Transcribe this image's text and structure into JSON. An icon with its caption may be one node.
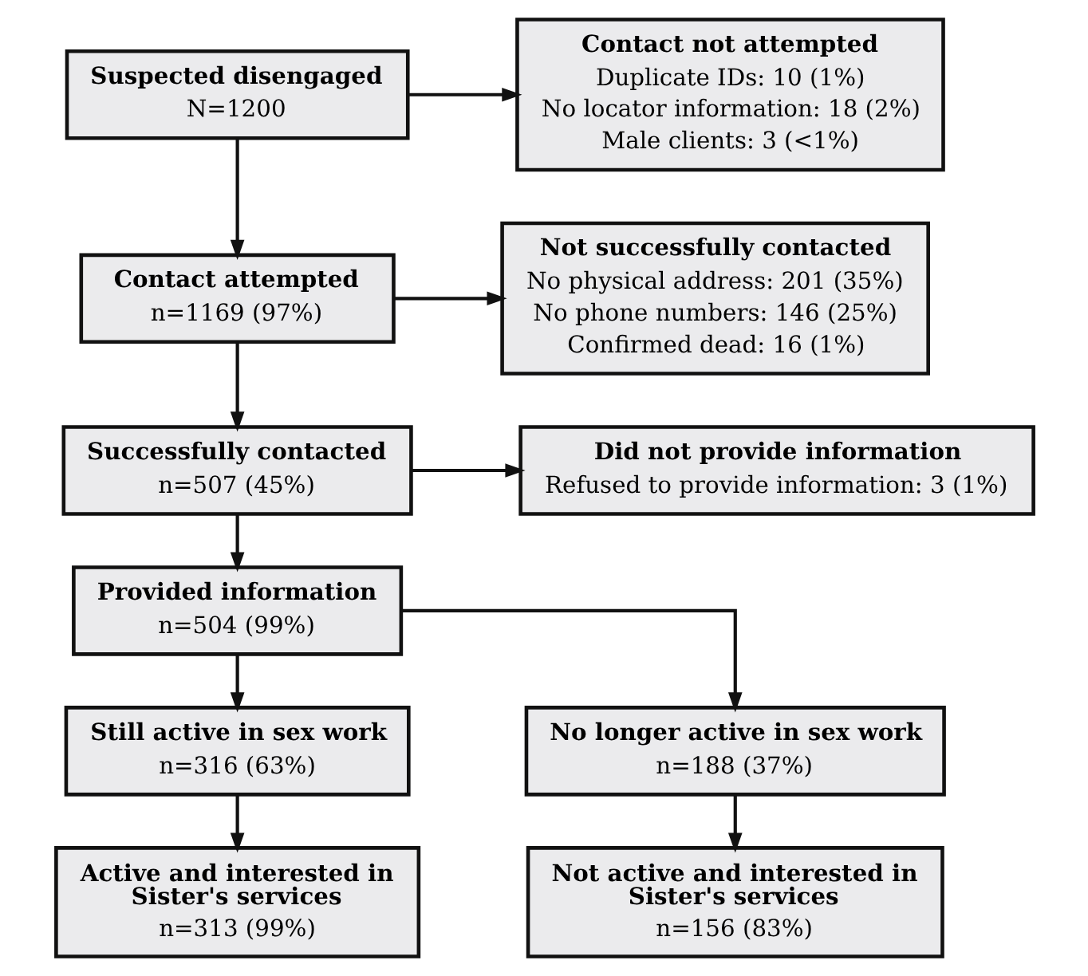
{
  "diagram": {
    "nodes": [
      {
        "text": [
          "Suspected disengaged",
          "N=1200"
        ]
      },
      {
        "text": [
          "Contact not attempted",
          "Duplicate IDs: 10 (1%)",
          "No locator information: 18 (2%)",
          "Male clients: 3 (<1%)"
        ]
      },
      {
        "text": [
          "Contact attempted",
          "n=1169 (97%)"
        ]
      },
      {
        "text": [
          "Not successfully contacted",
          "No physical address: 201 (35%)",
          "No phone numbers: 146 (25%)",
          "Confirmed dead: 16 (1%)"
        ]
      },
      {
        "text": [
          "Successfully contacted",
          "n=507 (45%)"
        ]
      },
      {
        "text": [
          "Did not provide information",
          "Refused to provide information: 3 (1%)"
        ]
      },
      {
        "text": [
          "Provided information",
          "n=504 (99%)"
        ]
      },
      {
        "text": [
          "Still active in sex work",
          "n=316 (63%)"
        ]
      },
      {
        "text": [
          "No longer active in sex work",
          "n=188 (37%)"
        ]
      },
      {
        "text": [
          "Active and interested in Sister's services",
          "n=313 (99%)"
        ]
      },
      {
        "text": [
          "Not active and interested in Sister's services",
          "n=156 (83%)"
        ]
      }
    ],
    "edges": [
      {
        "from": 0,
        "to": 2,
        "arrow": "to"
      },
      {
        "from": 0,
        "to": 1,
        "arrow": "to"
      },
      {
        "from": 2,
        "to": 4,
        "arrow": "to"
      },
      {
        "from": 2,
        "to": 3,
        "arrow": "to"
      },
      {
        "from": 4,
        "to": 6,
        "arrow": "to"
      },
      {
        "from": 4,
        "to": 5,
        "arrow": "to"
      },
      {
        "from": 6,
        "to": 7,
        "arrow": "to"
      },
      {
        "from": 6,
        "to": 8,
        "arrow": "to"
      },
      {
        "from": 7,
        "to": 9,
        "arrow": "to"
      },
      {
        "from": 8,
        "to": 10,
        "arrow": "to"
      }
    ]
  }
}
